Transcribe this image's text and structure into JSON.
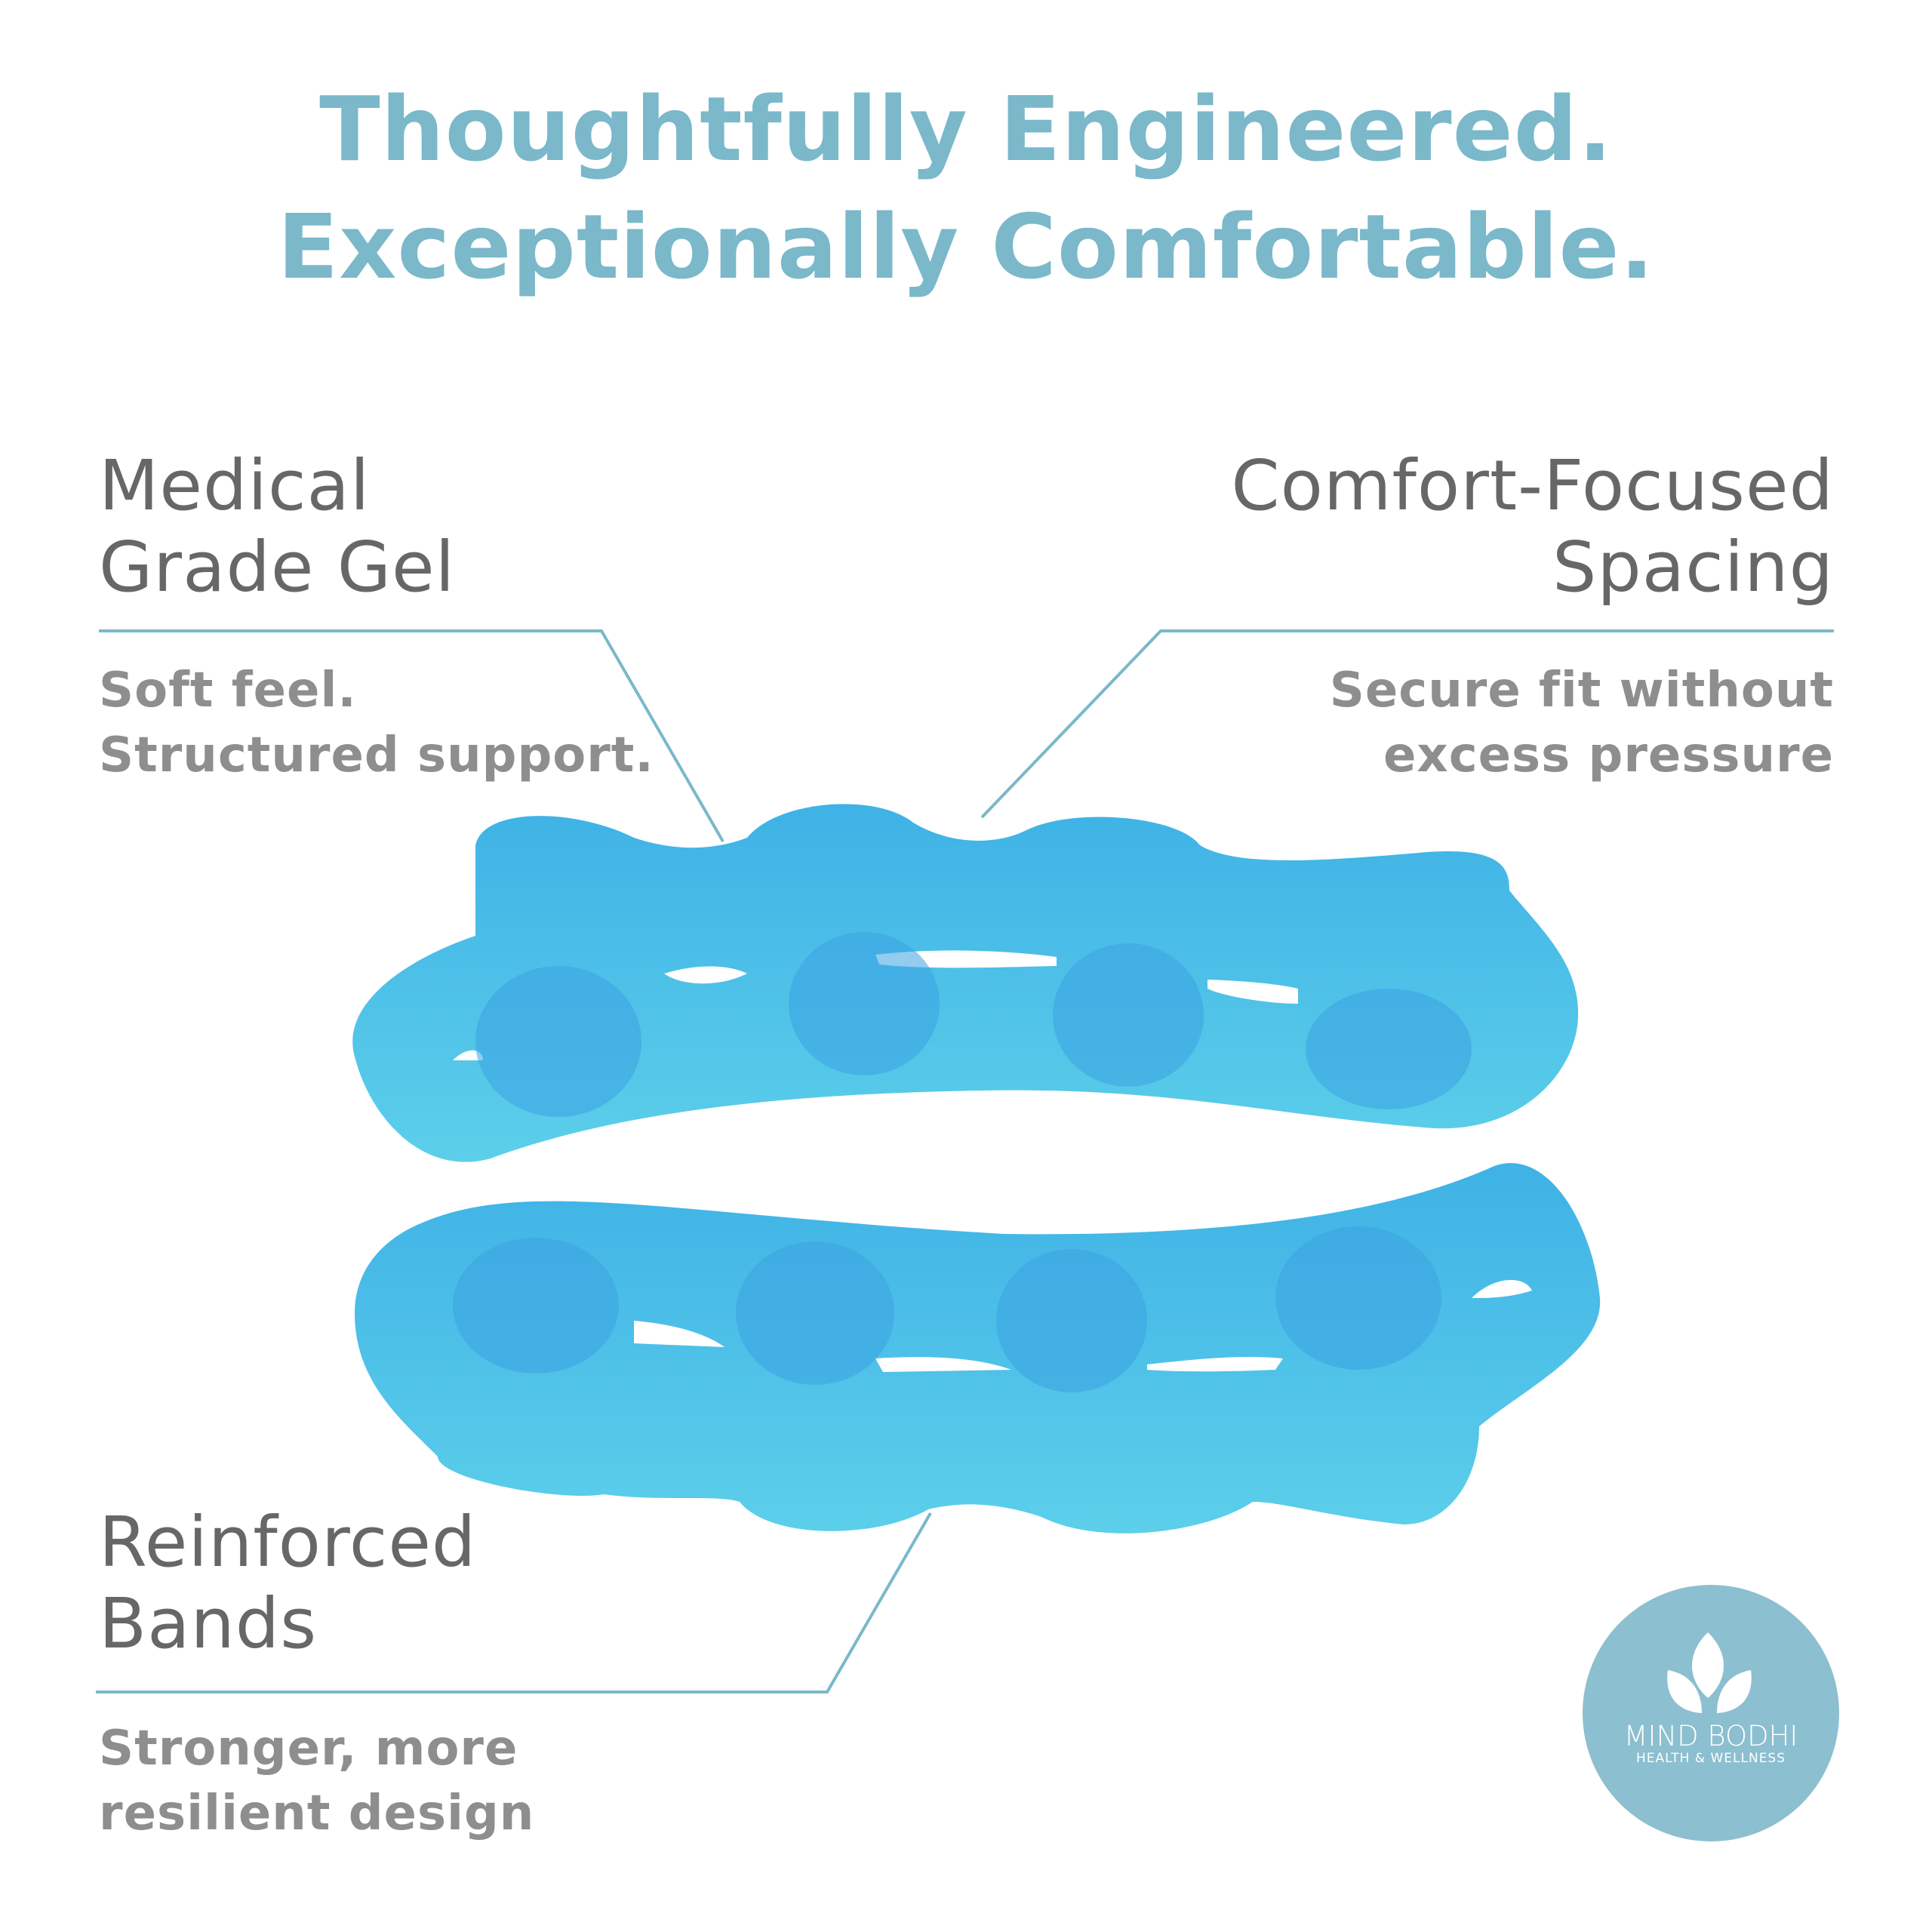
{
  "title": {
    "line1": "Thoughtfully Engineered.",
    "line2": "Exceptionally Comfortable."
  },
  "features": [
    {
      "heading": [
        "Medical",
        "Grade Gel"
      ],
      "description": [
        "Soft feel.",
        "Structured support."
      ]
    },
    {
      "heading": [
        "Comfort-Focused",
        "Spacing"
      ],
      "description": [
        "Secure fit without",
        "excess pressure"
      ]
    },
    {
      "heading": [
        "Reinforced",
        "Bands"
      ],
      "description": [
        "Stronger, more",
        "resilient design"
      ]
    }
  ],
  "logo": {
    "name": "MIND BODHI",
    "tagline": "HEALTH & WELLNESS"
  },
  "colors": {
    "accent": "#7ab8ca",
    "heading": "#676767",
    "body": "#8e8e8e",
    "gel": "#4fc6ea",
    "logo_bg": "#8cbfcf"
  }
}
